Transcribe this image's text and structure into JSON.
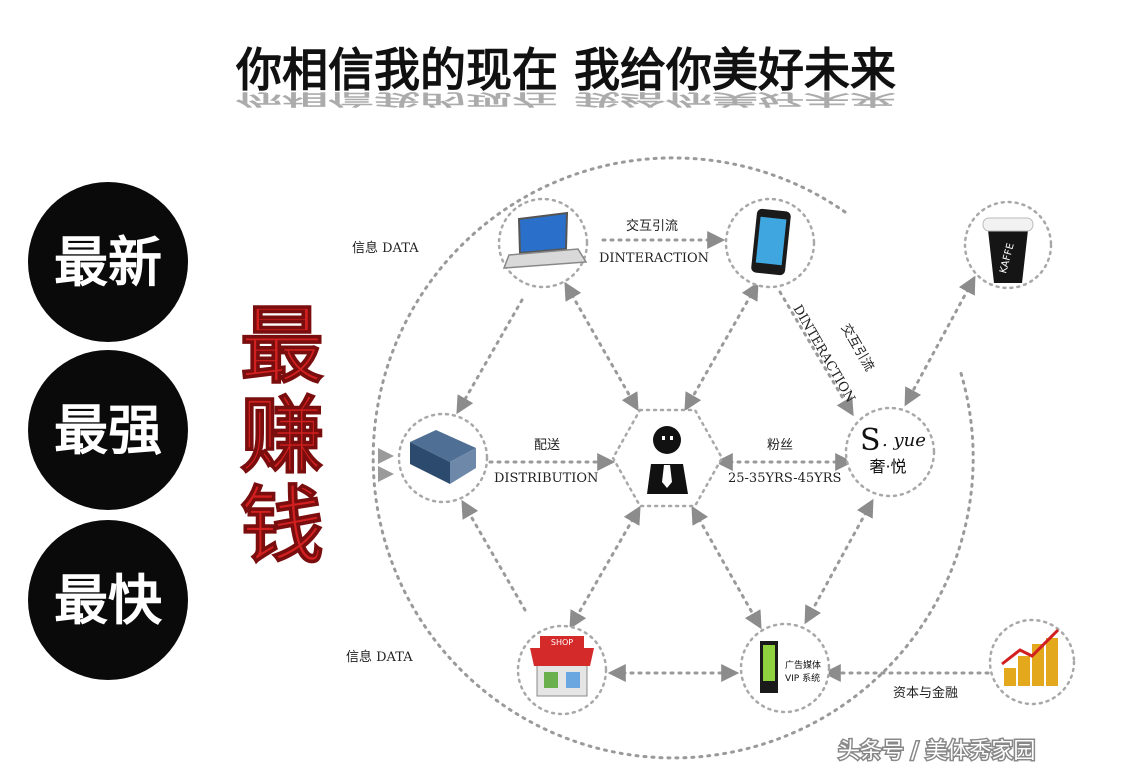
{
  "title": "你相信我的现在 我给你美好未来",
  "sidebar": {
    "badges": [
      "最新",
      "最强",
      "最快"
    ],
    "highlight": [
      "最",
      "赚",
      "钱"
    ]
  },
  "labels": {
    "info_top": "信息 DATA",
    "info_bottom": "信息 DATA",
    "interaction_cn": "交互引流",
    "interaction_en": "DINTERACTION",
    "interaction_cn_2": "交互引流",
    "interaction_en_2": "DINTERACTION",
    "distribution_cn": "配送",
    "distribution_en": "DISTRIBUTION",
    "fans_cn": "粉丝",
    "age_range": "25-35YRS-45YRS",
    "capital": "资本与金融"
  },
  "nodes": {
    "brand_s": "S",
    "brand_yue": ". yue",
    "brand_cn": "奢·悦",
    "coffee_text": "KAFFE",
    "shop_sign": "SHOP",
    "billboard_line1": "广告媒体",
    "billboard_line2": "VIP 系统"
  },
  "watermark": "头条号 / 美体秀家园",
  "colors": {
    "accent_red": "#d21f1f",
    "badge_black": "#0a0a0a",
    "dotted_gray": "#9a9a9a"
  }
}
